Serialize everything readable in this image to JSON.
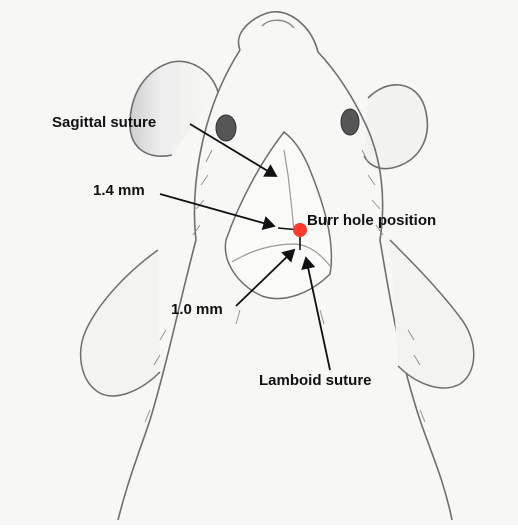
{
  "labels": {
    "sagittal_suture": "Sagittal suture",
    "distance_1_4": "1.4 mm",
    "burr_hole": "Burr hole position",
    "distance_1_0": "1.0 mm",
    "lamboid_suture": "Lamboid suture"
  },
  "colors": {
    "burr_marker": "#ff3b2f",
    "sketch_line": "#6e6e6e",
    "arrow": "#111111"
  }
}
